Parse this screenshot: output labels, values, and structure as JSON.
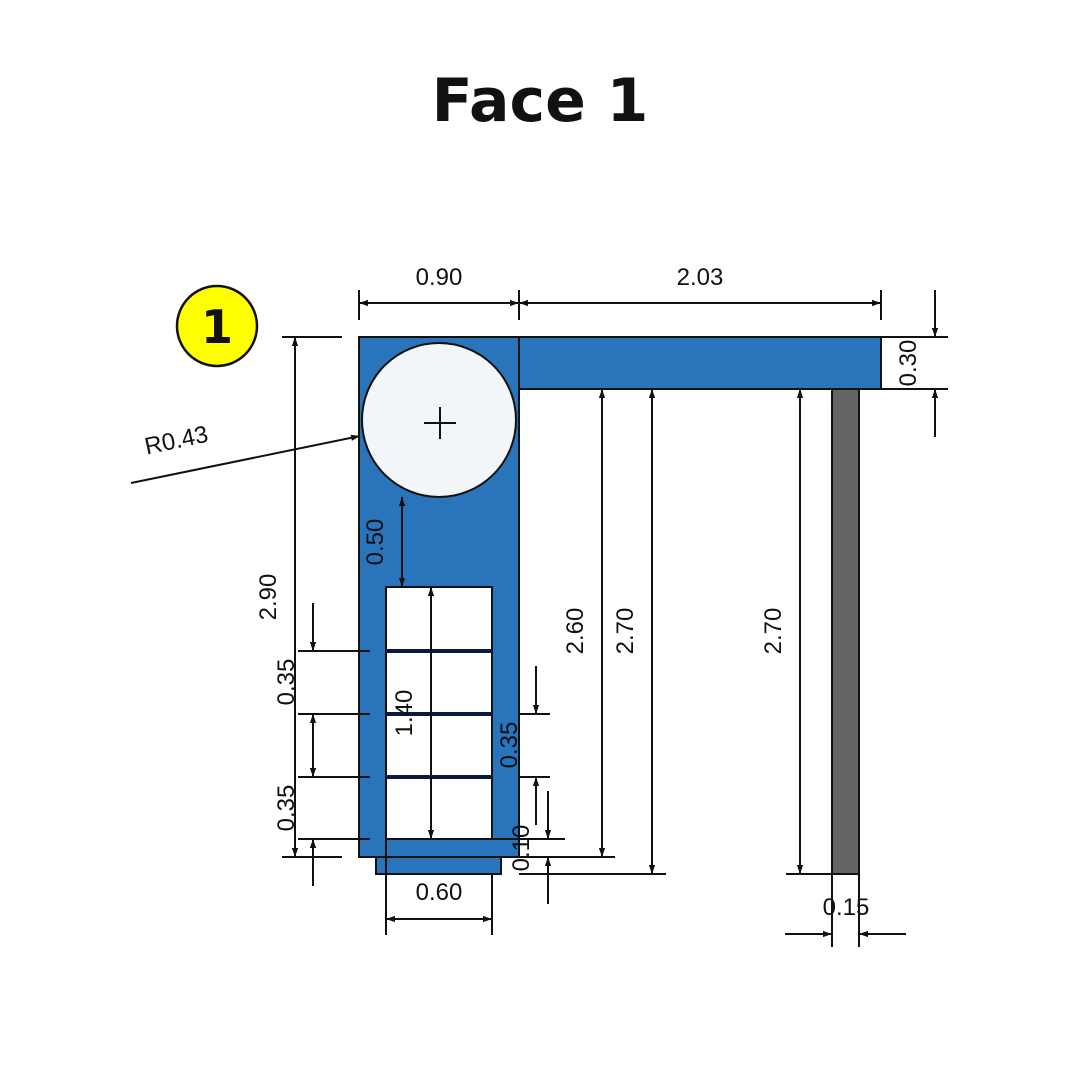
{
  "title": "Face 1",
  "badge": "1",
  "colors": {
    "panel_blue": "#2A74BB",
    "leg_gray": "#646464",
    "badge_yellow": "#FFFF00",
    "line": "#111111"
  },
  "dimensions": {
    "top_left_width": "0.90",
    "top_right_width": "2.03",
    "overall_height": "2.90",
    "top_bar_height": "0.30",
    "circle_radius": "R0.43",
    "circle_gap": "0.50",
    "shelf_span_a": "2.60",
    "shelf_span_b": "2.70",
    "leg_height": "2.70",
    "pocket_height": "1.40",
    "slot_top": "0.35",
    "slot_bottom": "0.35",
    "slot_right": "0.35",
    "base_offset": "0.10",
    "pocket_width": "0.60",
    "leg_width": "0.15"
  }
}
